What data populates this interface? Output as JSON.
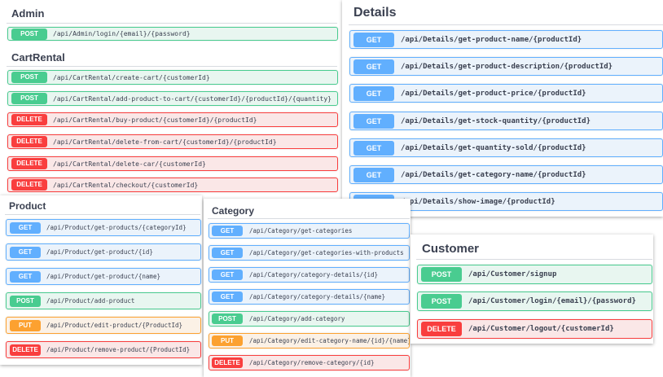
{
  "admin": {
    "title": "Admin",
    "ops": [
      {
        "method": "POST",
        "path": "/api/Admin/login/{email}/{password}"
      }
    ]
  },
  "cartrental": {
    "title": "CartRental",
    "ops": [
      {
        "method": "POST",
        "path": "/api/CartRental/create-cart/{customerId}"
      },
      {
        "method": "POST",
        "path": "/api/CartRental/add-product-to-cart/{customerId}/{productId}/{quantity}"
      },
      {
        "method": "DELETE",
        "path": "/api/CartRental/buy-product/{customerId}/{productId}"
      },
      {
        "method": "DELETE",
        "path": "/api/CartRental/delete-from-cart/{customerId}/{productId}"
      },
      {
        "method": "DELETE",
        "path": "/api/CartRental/delete-car/{customerId}"
      },
      {
        "method": "DELETE",
        "path": "/api/CartRental/checkout/{customerId}"
      }
    ]
  },
  "product": {
    "title": "Product",
    "ops": [
      {
        "method": "GET",
        "path": "/api/Product/get-products/{categoryId}"
      },
      {
        "method": "GET",
        "path": "/api/Product/get-product/{id}"
      },
      {
        "method": "GET",
        "path": "/api/Product/get-product/{name}"
      },
      {
        "method": "POST",
        "path": "/api/Product/add-product"
      },
      {
        "method": "PUT",
        "path": "/api/Product/edit-product/{ProductId}"
      },
      {
        "method": "DELETE",
        "path": "/api/Product/remove-product/{ProductId}"
      }
    ]
  },
  "category": {
    "title": "Category",
    "ops": [
      {
        "method": "GET",
        "path": "/api/Category/get-categories"
      },
      {
        "method": "GET",
        "path": "/api/Category/get-categories-with-products"
      },
      {
        "method": "GET",
        "path": "/api/Category/category-details/{id}"
      },
      {
        "method": "GET",
        "path": "/api/Category/category-details/{name}"
      },
      {
        "method": "POST",
        "path": "/api/Category/add-category"
      },
      {
        "method": "PUT",
        "path": "/api/Category/edit-category-name/{id}/{name}"
      },
      {
        "method": "DELETE",
        "path": "/api/Category/remove-category/{id}"
      }
    ]
  },
  "details": {
    "title": "Details",
    "ops": [
      {
        "method": "GET",
        "path": "/api/Details/get-product-name/{productId}"
      },
      {
        "method": "GET",
        "path": "/api/Details/get-product-description/{productId}"
      },
      {
        "method": "GET",
        "path": "/api/Details/get-product-price/{productId}"
      },
      {
        "method": "GET",
        "path": "/api/Details/get-stock-quantity/{productId}"
      },
      {
        "method": "GET",
        "path": "/api/Details/get-quantity-sold/{productId}"
      },
      {
        "method": "GET",
        "path": "/api/Details/get-category-name/{productId}"
      },
      {
        "method": "GET",
        "path": "/api/Details/show-image/{productId}"
      }
    ]
  },
  "customer": {
    "title": "Customer",
    "ops": [
      {
        "method": "POST",
        "path": "/api/Customer/signup"
      },
      {
        "method": "POST",
        "path": "/api/Customer/login/{email}/{password}"
      },
      {
        "method": "DELETE",
        "path": "/api/Customer/logout/{customerId}"
      }
    ]
  },
  "colors": {
    "get": "#61affe",
    "post": "#49cc90",
    "delete": "#f93e3e",
    "put": "#fca130"
  }
}
